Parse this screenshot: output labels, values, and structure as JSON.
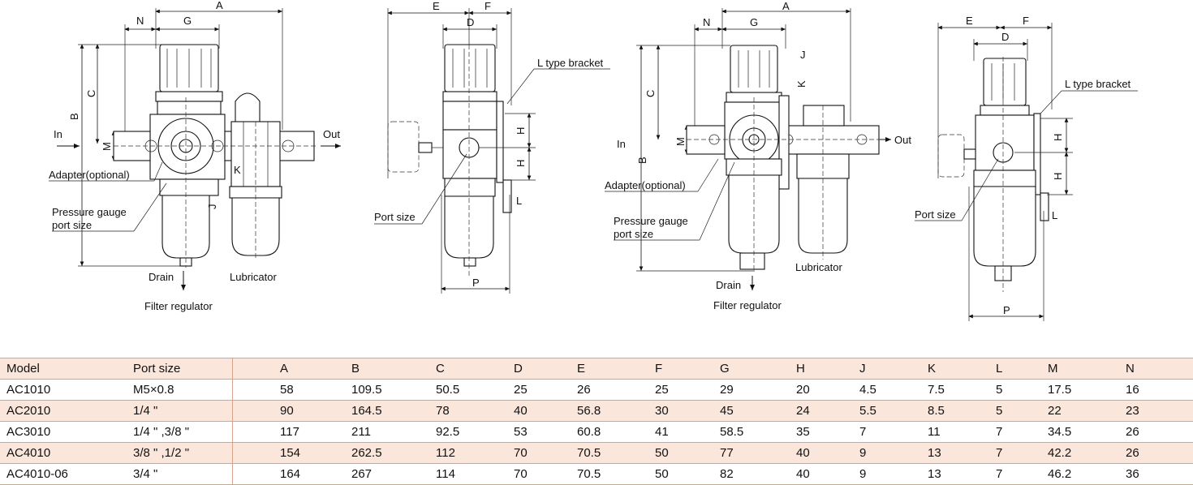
{
  "drawing_labels": {
    "in": "In",
    "out": "Out",
    "adapter": "Adapter(optional)",
    "gauge_line1": "Pressure gauge",
    "gauge_line2": "port size",
    "drain": "Drain",
    "lubricator": "Lubricator",
    "filter_regulator": "Filter regulator",
    "port_size": "Port size",
    "l_bracket": "L type bracket"
  },
  "dims": {
    "A": "A",
    "B": "B",
    "C": "C",
    "D": "D",
    "E": "E",
    "F": "F",
    "G": "G",
    "H": "H",
    "J": "J",
    "K": "K",
    "L": "L",
    "M": "M",
    "N": "N",
    "P": "P"
  },
  "table": {
    "headers": [
      "Model",
      "Port size",
      "A",
      "B",
      "C",
      "D",
      "E",
      "F",
      "G",
      "H",
      "J",
      "K",
      "L",
      "M",
      "N"
    ],
    "rows": [
      [
        "AC1010",
        "M5×0.8",
        "58",
        "109.5",
        "50.5",
        "25",
        "26",
        "25",
        "29",
        "20",
        "4.5",
        "7.5",
        "5",
        "17.5",
        "16"
      ],
      [
        "AC2010",
        "1/4 \"",
        "90",
        "164.5",
        "78",
        "40",
        "56.8",
        "30",
        "45",
        "24",
        "5.5",
        "8.5",
        "5",
        "22",
        "23"
      ],
      [
        "AC3010",
        "1/4 \" ,3/8 \"",
        "117",
        "211",
        "92.5",
        "53",
        "60.8",
        "41",
        "58.5",
        "35",
        "7",
        "11",
        "7",
        "34.5",
        "26"
      ],
      [
        "AC4010",
        "3/8 \" ,1/2 \"",
        "154",
        "262.5",
        "112",
        "70",
        "70.5",
        "50",
        "77",
        "40",
        "9",
        "13",
        "7",
        "42.2",
        "26"
      ],
      [
        "AC4010-06",
        "3/4 \"",
        "164",
        "267",
        "114",
        "70",
        "70.5",
        "50",
        "82",
        "40",
        "9",
        "13",
        "7",
        "46.2",
        "36"
      ]
    ]
  }
}
